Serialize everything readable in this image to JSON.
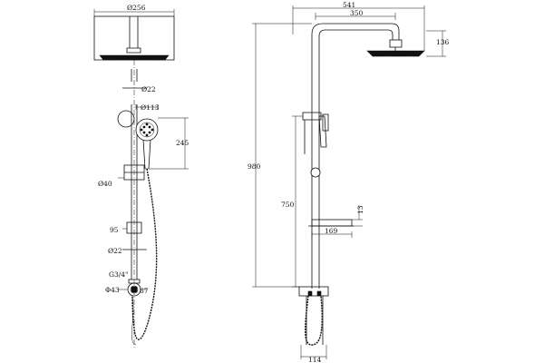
{
  "drawing": {
    "front_view": {
      "head_diameter": "Ø256",
      "pipe_diameter_upper": "Ø22",
      "handshower_diameter": "Ø113",
      "handshower_length": "245",
      "bracket_diameter": "Ø40",
      "rail_offset": "95",
      "pipe_diameter_lower": "Ø22",
      "thread": "G3/4\"",
      "outlet_diameter": "Φ43",
      "outlet_depth": "67"
    },
    "side_view": {
      "overall_projection": "541",
      "arm_reach": "350",
      "head_drop": "136",
      "overall_height": "980",
      "shelf_height": "750",
      "shelf_thickness": "13",
      "shelf_depth": "169",
      "base_width": "114"
    }
  }
}
